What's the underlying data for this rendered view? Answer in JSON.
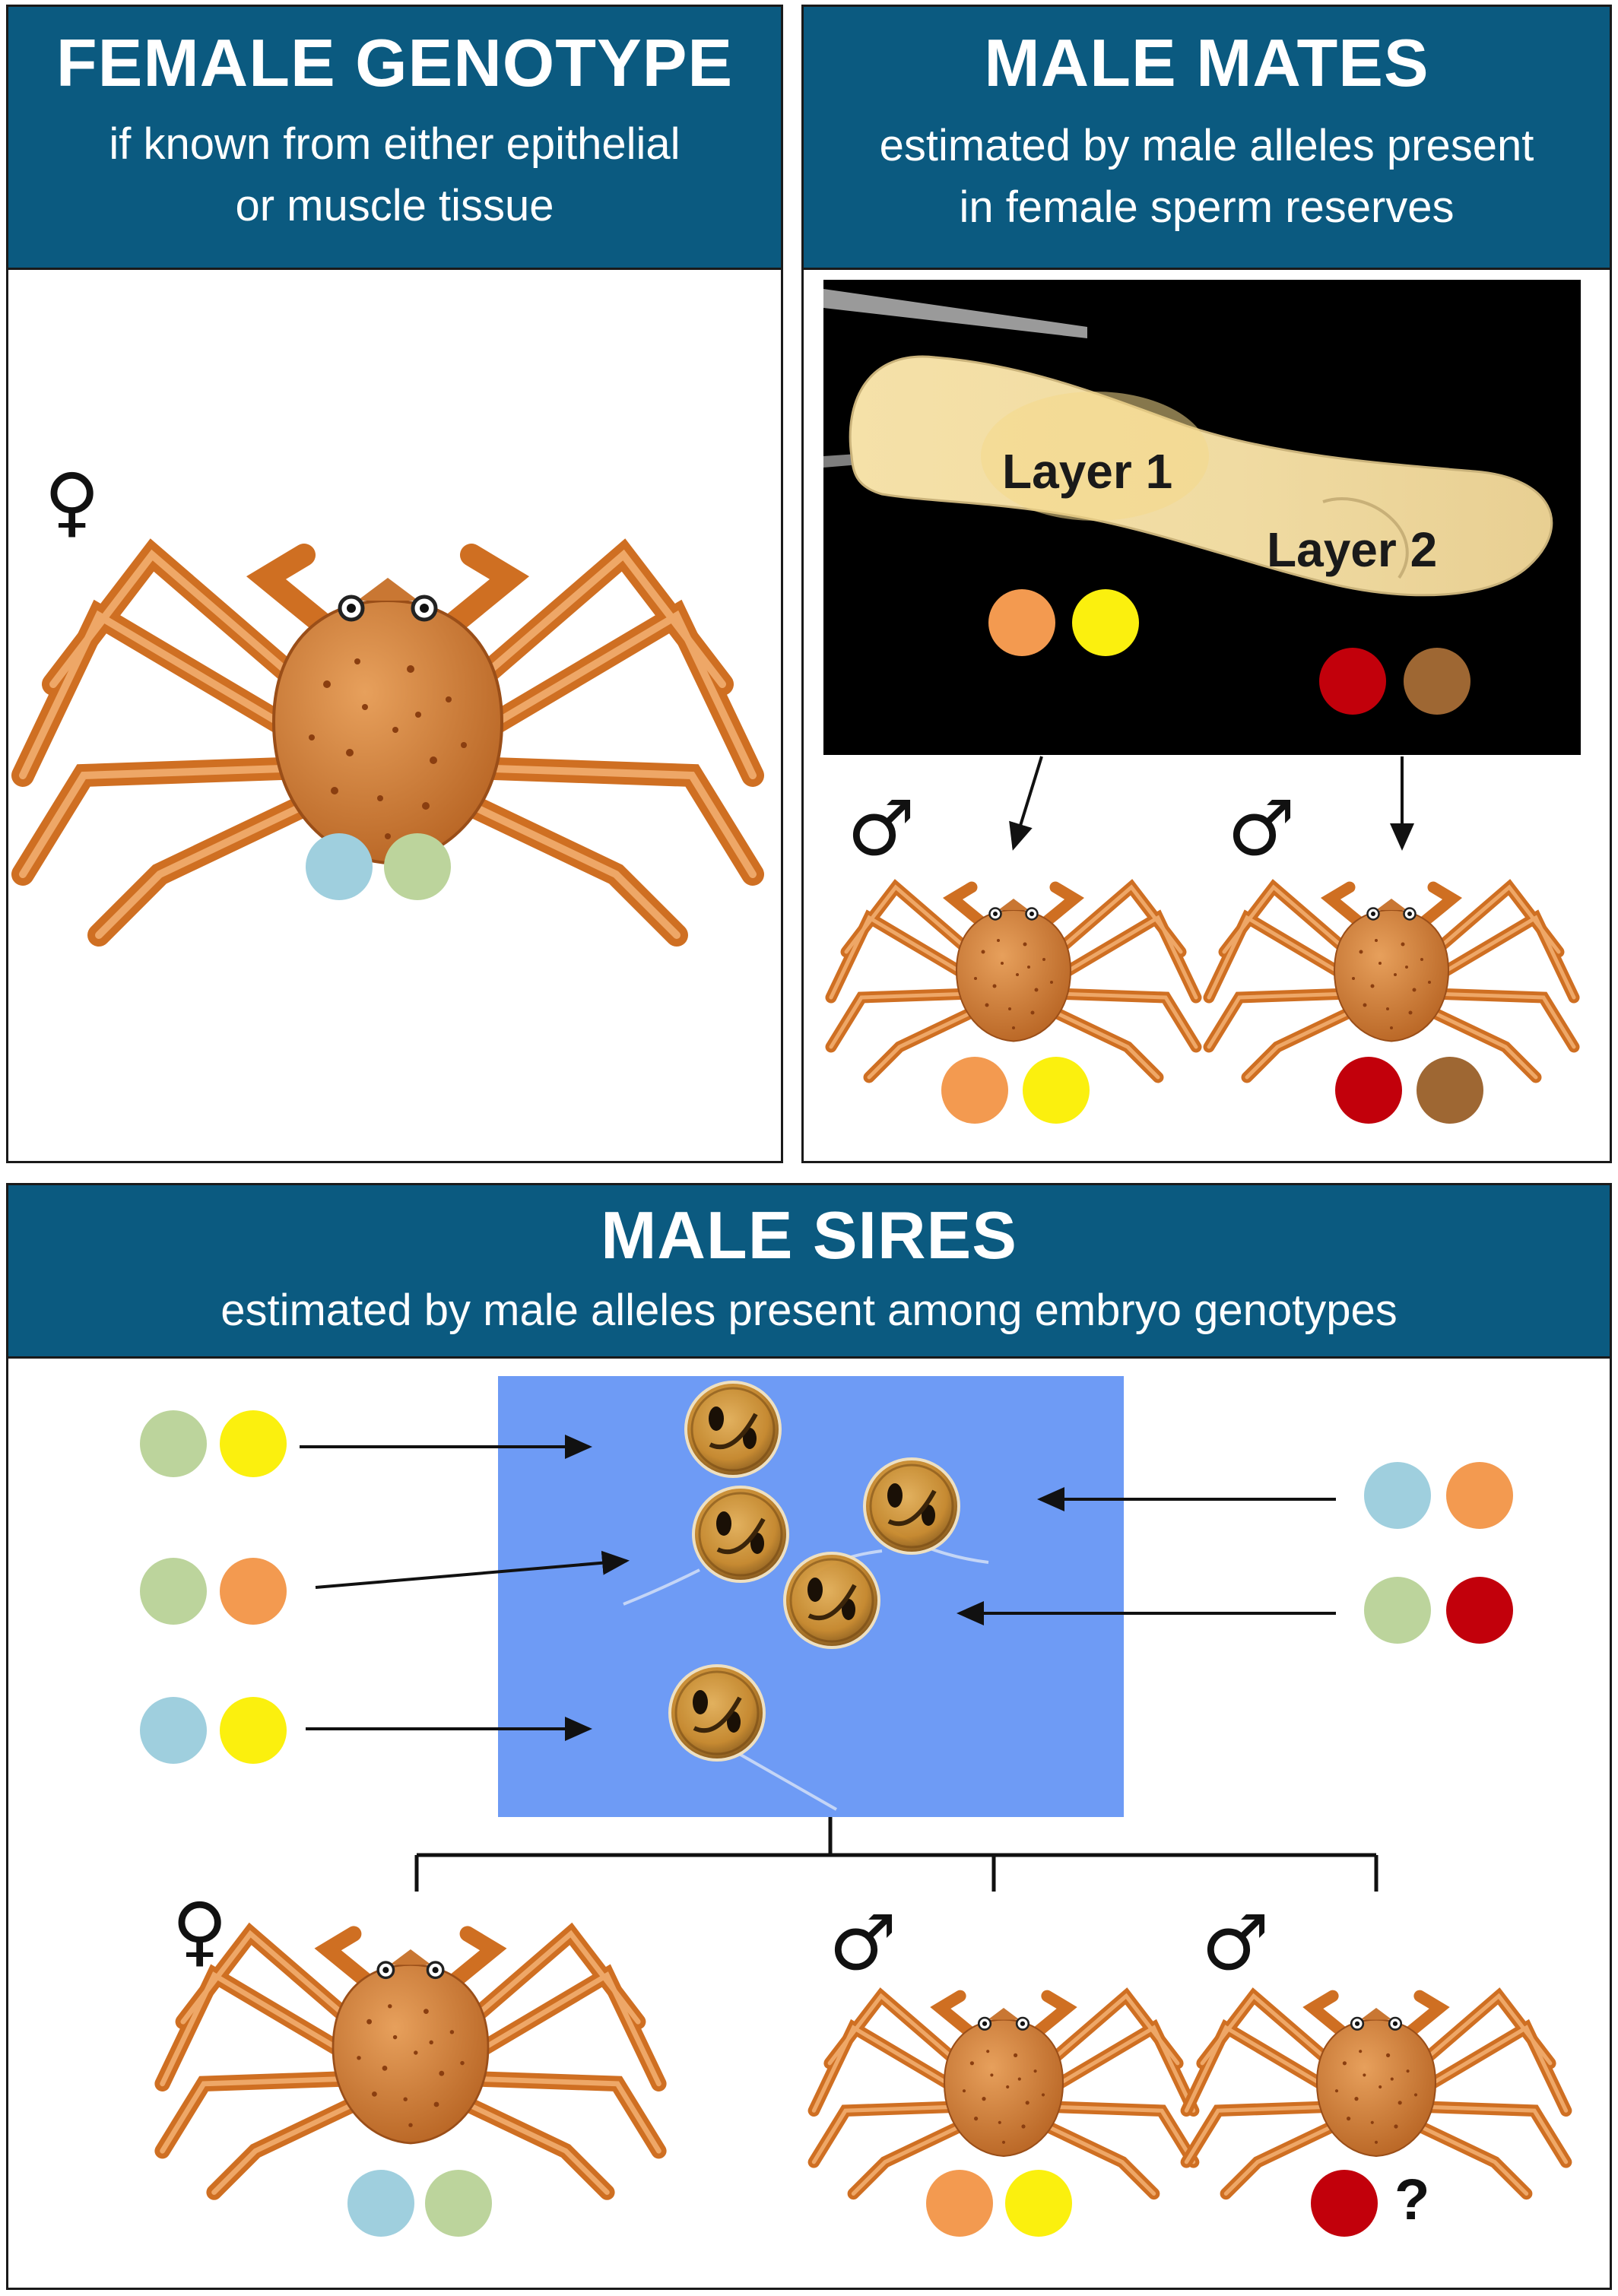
{
  "female_panel": {
    "title": "FEMALE GENOTYPE",
    "subtitle_line1": "if known from either epithelial",
    "subtitle_line2": "or muscle tissue",
    "symbol": "♀"
  },
  "mates_panel": {
    "title": "MALE MATES",
    "subtitle_line1": "estimated by male alleles present",
    "subtitle_line2": "in female sperm reserves",
    "layer1_label": "Layer 1",
    "layer2_label": "Layer 2",
    "male_symbol": "♂"
  },
  "sires_panel": {
    "title": "MALE SIRES",
    "subtitle": "estimated by male alleles present among embryo genotypes",
    "female_symbol": "♀",
    "male_symbol": "♂",
    "unknown_mark": "?"
  },
  "allele_colors": {
    "light_blue": "#9fcfde",
    "sage_green": "#bcd49c",
    "orange": "#f39a50",
    "yellow": "#fbf00e",
    "red": "#c2000b",
    "brown": "#9e6733"
  },
  "header_color": "#0b5a80",
  "embryo_background": "#6e9bf5"
}
